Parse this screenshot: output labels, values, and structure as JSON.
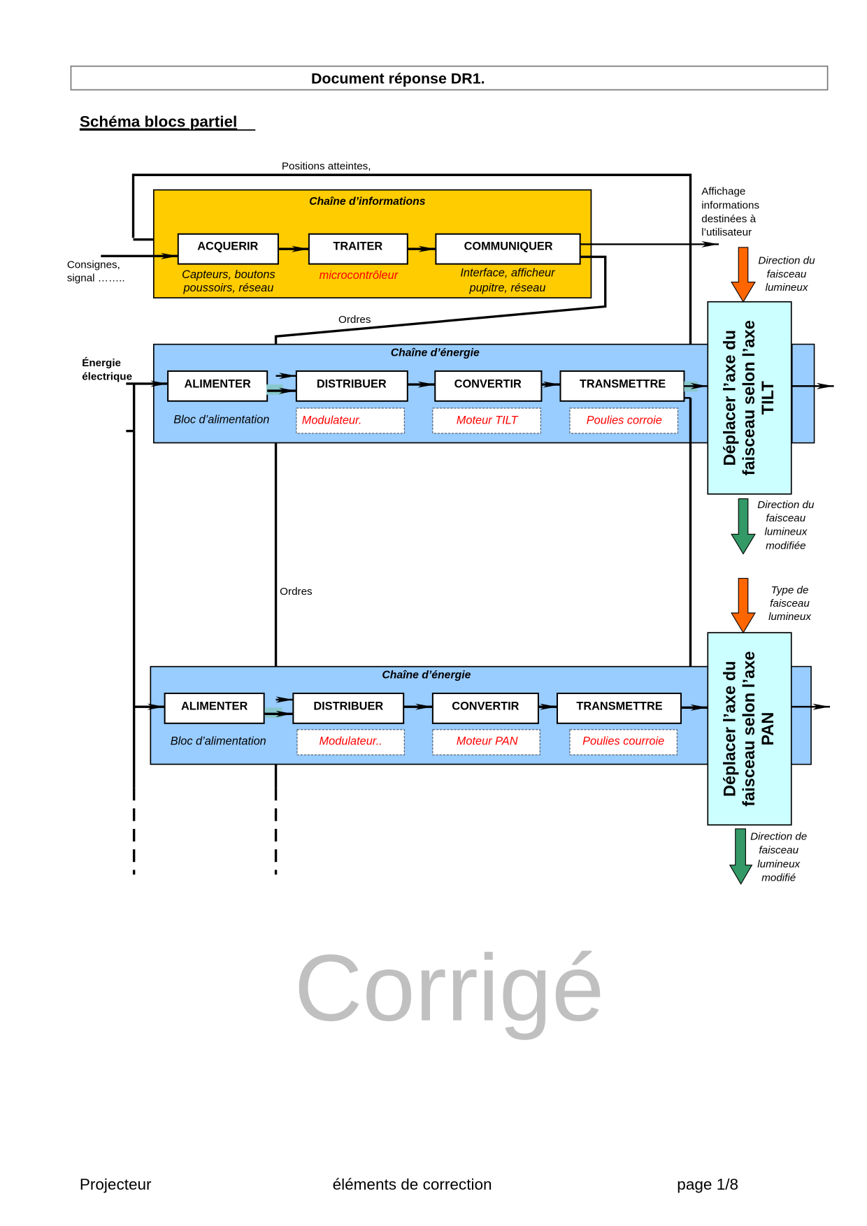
{
  "header": {
    "title": "Document réponse DR1.",
    "subtitle": "Schéma blocs partiel"
  },
  "info_chain": {
    "title": "Chaîne d’informations",
    "color": "#ffcc00",
    "blocks": [
      {
        "label": "ACQUERIR",
        "sub": [
          "Capteurs, boutons",
          "poussoirs, réseau"
        ],
        "sub_color": "#000000"
      },
      {
        "label": "TRAITER",
        "sub": [
          "microcontrôleur"
        ],
        "sub_color": "#ff0000"
      },
      {
        "label": "COMMUNIQUER",
        "sub": [
          "Interface, afficheur",
          "pupitre, réseau"
        ],
        "sub_color": "#000000"
      }
    ]
  },
  "labels": {
    "positions_atteintes": "Positions atteintes,",
    "consignes": [
      "Consignes,",
      "signal …….."
    ],
    "affichage": [
      "Affichage",
      "informations",
      "destinées à",
      "l’utilisateur"
    ],
    "ordres_top": "Ordres",
    "ordres_mid": "Ordres",
    "energie": [
      "Énergie",
      "électrique"
    ]
  },
  "energy_chains": [
    {
      "title": "Chaîne d’énergie",
      "color": "#99ccff",
      "blocks": [
        {
          "label": "ALIMENTER",
          "sub": "Bloc d’alimentation"
        },
        {
          "label": "DISTRIBUER",
          "sub": "Modulateur."
        },
        {
          "label": "CONVERTIR",
          "sub": "Moteur TILT"
        },
        {
          "label": "TRANSMETTRE",
          "sub": "Poulies corroie"
        }
      ],
      "function": {
        "lines": [
          "Déplacer l’axe du",
          "faisceau selon l’axe",
          "TILT"
        ],
        "color": "#ccffff"
      },
      "input_arrow": {
        "label": [
          "Direction du",
          "faisceau",
          "lumineux"
        ],
        "color": "#ff6600"
      },
      "output_arrow": {
        "label": [
          "Direction du",
          "faisceau",
          "lumineux",
          "modifiée"
        ],
        "color": "#339966"
      }
    },
    {
      "title": "Chaîne d’énergie",
      "color": "#99ccff",
      "blocks": [
        {
          "label": "ALIMENTER",
          "sub": "Bloc d’alimentation"
        },
        {
          "label": "DISTRIBUER",
          "sub": "Modulateur.."
        },
        {
          "label": "CONVERTIR",
          "sub": "Moteur PAN"
        },
        {
          "label": "TRANSMETTRE",
          "sub": "Poulies courroie"
        }
      ],
      "function": {
        "lines": [
          "Déplacer l’axe du",
          "faisceau selon l’axe",
          "PAN"
        ],
        "color": "#ccffff"
      },
      "input_arrow": {
        "label": [
          "Type de",
          "faisceau",
          "lumineux"
        ],
        "color": "#ff6600"
      },
      "output_arrow": {
        "label": [
          "Direction de",
          "faisceau",
          "lumineux",
          "modifié"
        ],
        "color": "#339966"
      }
    }
  ],
  "watermark": "Corrigé",
  "footer": {
    "left": "Projecteur",
    "center": "éléments de correction",
    "right": "page 1/8"
  }
}
